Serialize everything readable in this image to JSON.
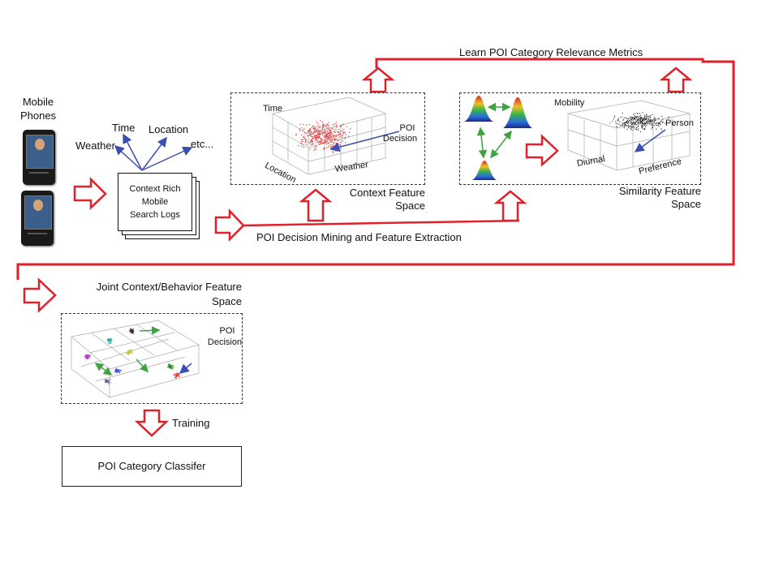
{
  "labels": {
    "learn_metrics": "Learn POI Category Relevance Metrics",
    "mobile_phones_1": "Mobile",
    "mobile_phones_2": "Phones",
    "time": "Time",
    "location": "Location",
    "weather": "Weather",
    "etc": "etc...",
    "logs_1": "Context Rich",
    "logs_2": "Mobile",
    "logs_3": "Search Logs",
    "cf_time": "Time",
    "cf_location": "Location",
    "cf_weather": "Weather",
    "cf_poi_1": "POI",
    "cf_poi_2": "Decision",
    "context_space_1": "Context Feature",
    "context_space_2": "Space",
    "mobility": "Mobility",
    "person": "Person",
    "diurnal": "Diurnal",
    "preference": "Preference",
    "similarity_space_1": "Similarity Feature",
    "similarity_space_2": "Space",
    "mining": "POI Decision Mining and Feature Extraction",
    "joint_1": "Joint Context/Behavior Feature",
    "joint_2": "Space",
    "joint_poi_1": "POI",
    "joint_poi_2": "Decision",
    "training": "Training",
    "classifier": "POI Category Classifer"
  },
  "colors": {
    "flow": "#e0202a",
    "context_arrow": "#3a4fb0",
    "similarity_arrow": "#3fa33f",
    "scatter_red": "#e33c3c",
    "scatter_black": "#222222"
  }
}
